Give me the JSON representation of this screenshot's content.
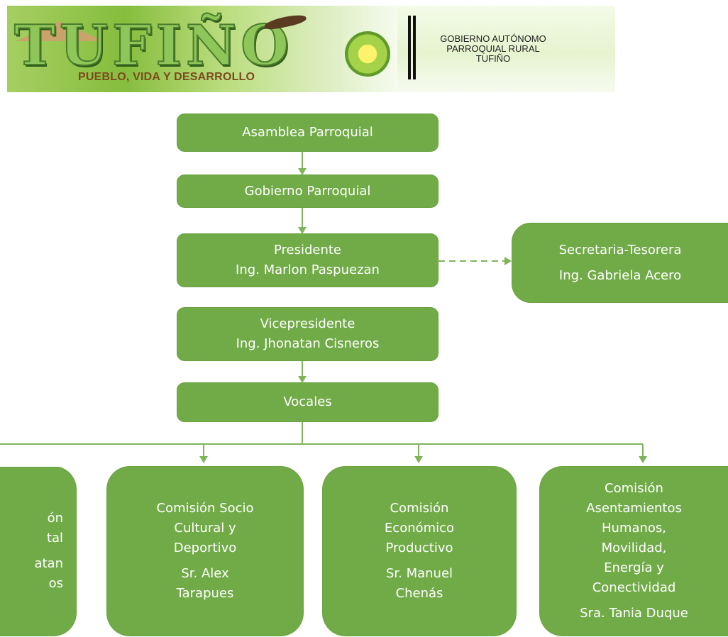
{
  "header": {
    "logo_word": "TUFIÑO",
    "slogan": "PUEBLO, VIDA Y DESARROLLO",
    "government": [
      "GOBIERNO AUTÓNOMO",
      "PARROQUIAL RURAL",
      "TUFIÑO"
    ]
  },
  "chart": {
    "assembly": "Asamblea Parroquial",
    "government": "Gobierno Parroquial",
    "president": {
      "role": "Presidente",
      "name": "Ing. Marlon Paspuezan"
    },
    "secretary": {
      "role": "Secretaria-Tesorera",
      "name": "Ing. Gabriela Acero"
    },
    "vice_president": {
      "role": "Vicepresidente",
      "name": "Ing. Jhonatan Cisneros"
    },
    "council": "Vocales",
    "commissions": [
      {
        "title_lines": [
          "ón",
          "tal"
        ],
        "name_lines": [
          "atan",
          "os"
        ]
      },
      {
        "title_lines": [
          "Comisión Socio",
          "Cultural y",
          "Deportivo"
        ],
        "name_lines": [
          "Sr. Alex",
          "Tarapues"
        ]
      },
      {
        "title_lines": [
          "Comisión",
          "Económico",
          "Productivo"
        ],
        "name_lines": [
          "Sr. Manuel",
          "Chenás"
        ]
      },
      {
        "title_lines": [
          "Comisión",
          "Asentamientos",
          "Humanos,",
          "Movilidad,",
          "Energía y",
          "Conectividad"
        ],
        "name_lines": [
          "Sra. Tania Duque"
        ]
      }
    ]
  },
  "colors": {
    "box_fill": "#71ab48",
    "connector": "#7fb55a",
    "box_text": "#ffffff"
  }
}
